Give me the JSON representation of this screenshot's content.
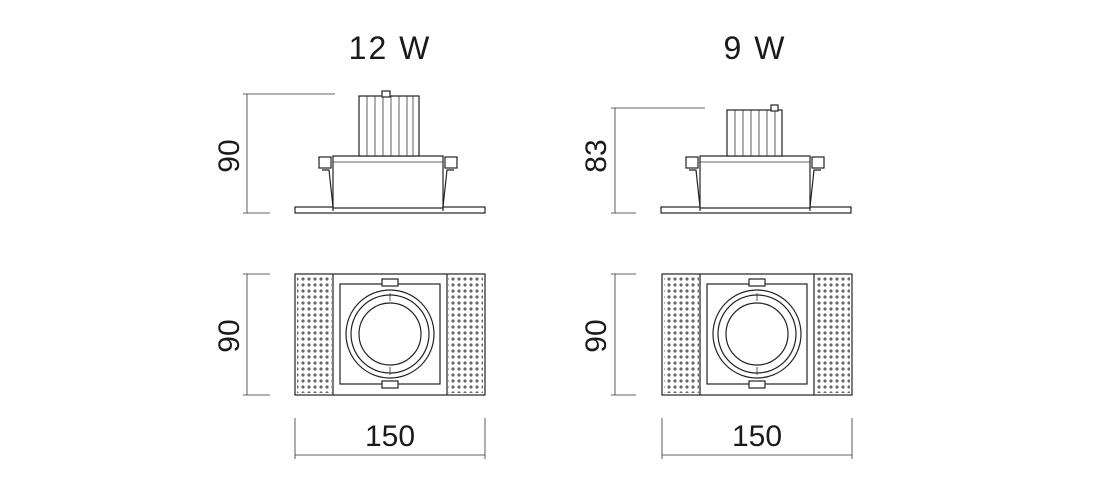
{
  "models": [
    {
      "title": "12 W",
      "side_height": "90",
      "front_height": "90",
      "width": "150"
    },
    {
      "title": "9 W",
      "side_height": "83",
      "front_height": "90",
      "width": "150"
    }
  ]
}
